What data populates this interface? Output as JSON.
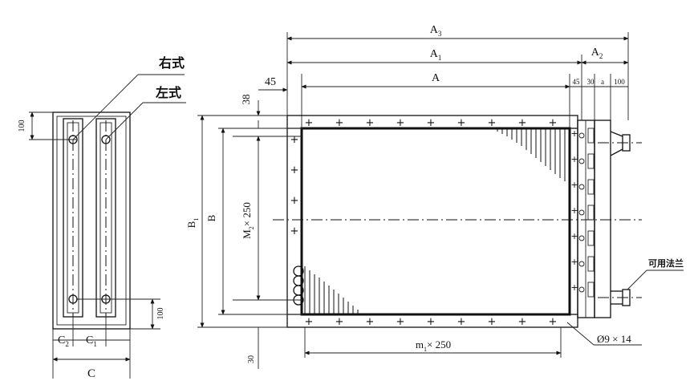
{
  "side_view": {
    "right_label": "右式",
    "left_label": "左式",
    "top_offset": "100",
    "bottom_offset": "100",
    "c2": "C",
    "c2_sub": "2",
    "c1": "C",
    "c1_sub": "1",
    "c": "C"
  },
  "front_view": {
    "a3": "A",
    "a3_sub": "3",
    "a1": "A",
    "a1_sub": "1",
    "a2": "A",
    "a2_sub": "2",
    "a": "A",
    "left_margin": "45",
    "top_margin": "38",
    "seg_45": "45",
    "seg_30": "30",
    "seg_a": "a",
    "seg_100": "100",
    "b1": "B",
    "b1_sub": "1",
    "b": "B",
    "m2_label": "M",
    "m2_sub": "2",
    "m2_pitch": "× 250",
    "m1_label": "m",
    "m1_sub": "1",
    "m1_pitch": "× 250",
    "bottom_margin": "30",
    "hole_spec": "Ø9 × 14",
    "flange_note": "可用法兰"
  }
}
